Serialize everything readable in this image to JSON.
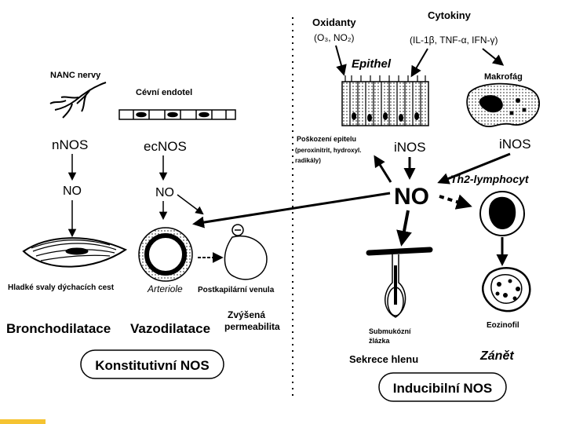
{
  "inducers": {
    "oxidants_title": "Oxidanty",
    "oxidants_list": "(O₃, NO₂)",
    "cytokines_title": "Cytokiny",
    "cytokines_list": "(IL-1β, TNF-α, IFN-γ)"
  },
  "constitutive": {
    "nanc_label": "NANC nervy",
    "endothelium_label": "Cévní endotel",
    "nnos": "nNOS",
    "ecnos": "ecNOS",
    "no_left": "NO",
    "no_mid": "NO",
    "smooth_muscle_label": "Hladké svaly dýchacích cest",
    "arteriole_label": "Arteriole",
    "venule_label": "Postkapilární venula",
    "bronchodilation": "Bronchodilatace",
    "vasodilation": "Vazodilatace",
    "permeability_line1": "Zvýšená",
    "permeability_line2": "permeabilita",
    "group_label": "Konstitutivní NOS"
  },
  "inducible": {
    "epithelium_label": "Epithel",
    "macrophage_label": "Makrofág",
    "damage_line1": "Poškození epitelu",
    "damage_line2": "(peroxinitrit, hydroxyl.",
    "damage_line3": "radikály)",
    "inos_epithelium": "iNOS",
    "inos_macrophage": "iNOS",
    "no_central": "NO",
    "th2_label": "Th2-lymphocyt",
    "gland_line1": "Submukózní",
    "gland_line2": "žlázka",
    "mucus_secretion": "Sekrece hlenu",
    "eosinophil_label": "Eozinofil",
    "inflammation": "Zánět",
    "group_label": "Inducibilní NOS"
  },
  "colors": {
    "ink": "#000000",
    "accent_bar": "#f5c331",
    "background": "#ffffff"
  }
}
